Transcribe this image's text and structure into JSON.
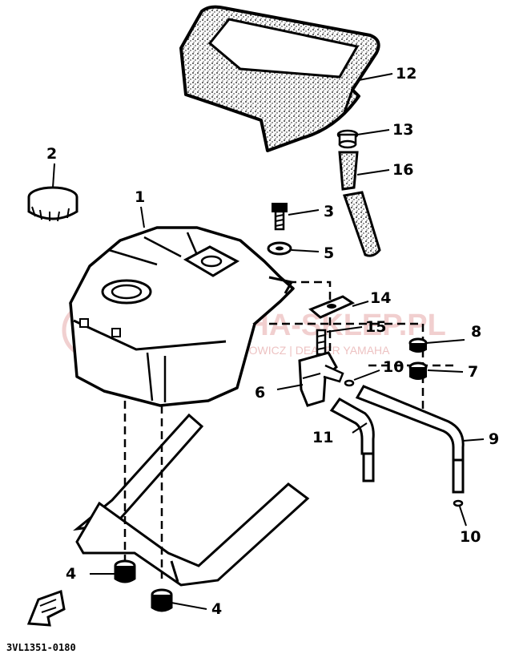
{
  "diagram": {
    "callouts": [
      {
        "id": "c1",
        "label": "1"
      },
      {
        "id": "c2",
        "label": "2"
      },
      {
        "id": "c3",
        "label": "3"
      },
      {
        "id": "c4a",
        "label": "4"
      },
      {
        "id": "c4b",
        "label": "4"
      },
      {
        "id": "c5",
        "label": "5"
      },
      {
        "id": "c6",
        "label": "6"
      },
      {
        "id": "c7",
        "label": "7"
      },
      {
        "id": "c8",
        "label": "8"
      },
      {
        "id": "c9",
        "label": "9"
      },
      {
        "id": "c10a",
        "label": "10"
      },
      {
        "id": "c10b",
        "label": "10"
      },
      {
        "id": "c11",
        "label": "11"
      },
      {
        "id": "c12",
        "label": "12"
      },
      {
        "id": "c13",
        "label": "13"
      },
      {
        "id": "c14",
        "label": "14"
      },
      {
        "id": "c15",
        "label": "15"
      },
      {
        "id": "c16",
        "label": "16"
      }
    ],
    "watermark_main": "YAMAHA-SKLEP.PL",
    "watermark_sub": "WOJCIECHOWICZ | DEALER YAMAHA",
    "diagram_code": "3VL1351-0180"
  },
  "colors": {
    "ink": "#000000",
    "watermark": "#e6a9a9"
  }
}
